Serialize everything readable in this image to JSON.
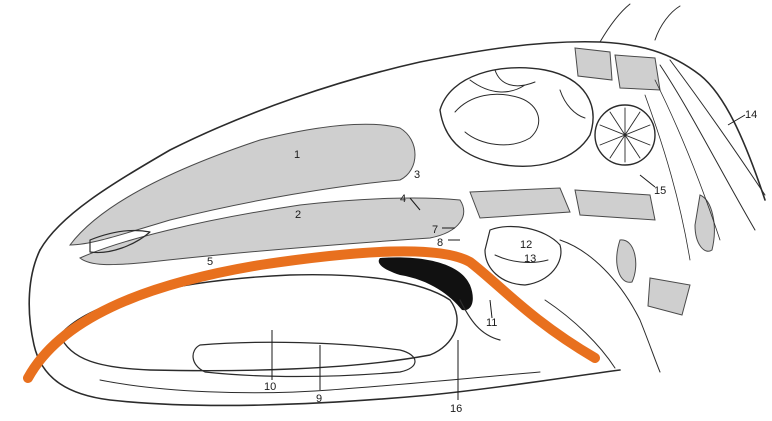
{
  "figure": {
    "labels": [
      {
        "id": "1",
        "text": "1"
      },
      {
        "id": "2",
        "text": "2"
      },
      {
        "id": "3",
        "text": "3"
      },
      {
        "id": "4",
        "text": "4"
      },
      {
        "id": "5",
        "text": "5"
      },
      {
        "id": "7",
        "text": "7"
      },
      {
        "id": "8",
        "text": "8"
      },
      {
        "id": "9",
        "text": "9"
      },
      {
        "id": "10",
        "text": "10"
      },
      {
        "id": "11",
        "text": "11"
      },
      {
        "id": "12",
        "text": "12"
      },
      {
        "id": "13",
        "text": "13"
      },
      {
        "id": "14",
        "text": "14"
      },
      {
        "id": "15",
        "text": "15"
      },
      {
        "id": "16",
        "text": "16"
      }
    ],
    "overlay_color": "#e8701e",
    "line_color": "#2b2b2b"
  }
}
